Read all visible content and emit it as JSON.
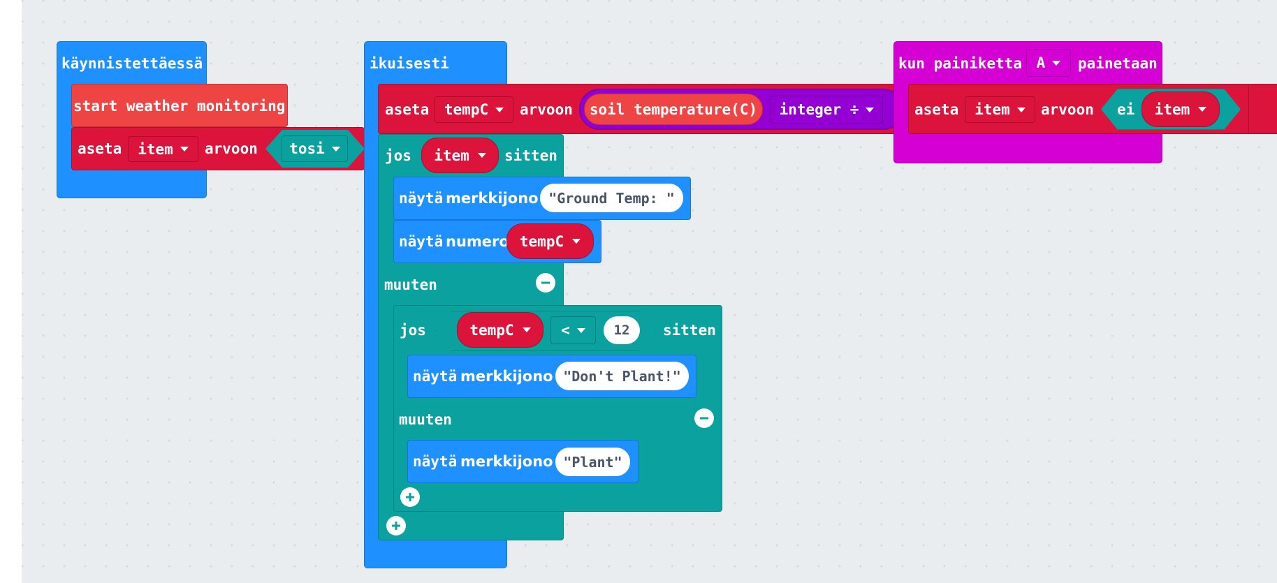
{
  "colors": {
    "workspace": "#e9edf0",
    "loops_blue": "#1e90ff",
    "variables_red": "#dc143c",
    "weather_red": "#ef4444",
    "logic_teal": "#0aa19e",
    "math_purple": "#9400d3",
    "input_magenta": "#d400d4"
  },
  "on_start": {
    "label": "käynnistettäessä",
    "custom_block": "start weather monitoring",
    "set_block": {
      "keyword": "aseta",
      "variable": "item",
      "to": "arvoon",
      "value": "tosi"
    }
  },
  "forever": {
    "label": "ikuisesti",
    "set_block": {
      "keyword": "aseta",
      "variable": "tempC",
      "to": "arvoon",
      "reporter": "soil temperature(C)",
      "operator": "integer ÷"
    },
    "if1": {
      "jos": "jos",
      "condition_var": "item",
      "then": "sitten",
      "show_string": {
        "verb": "näytä",
        "method": "merkkijono",
        "value": "\"Ground Temp: \""
      },
      "show_number": {
        "verb": "näytä",
        "method": "numero",
        "value": "tempC"
      },
      "else": "muuten",
      "if2": {
        "jos": "jos",
        "left": "tempC",
        "op": "<",
        "right": "12",
        "then": "sitten",
        "show_string": {
          "verb": "näytä",
          "method": "merkkijono",
          "value": "\"Don't Plant!\""
        },
        "else": "muuten",
        "show_string_else": {
          "verb": "näytä",
          "method": "merkkijono",
          "value": "\"Plant\""
        }
      }
    }
  },
  "on_button": {
    "label_start": "kun painiketta",
    "button": "A",
    "label_end": "painetaan",
    "set_block": {
      "keyword": "aseta",
      "variable": "item",
      "to": "arvoon",
      "not": "ei",
      "value": "item"
    }
  },
  "icons": [
    "dropdown-caret-icon",
    "minus-circle-icon",
    "plus-circle-icon"
  ]
}
